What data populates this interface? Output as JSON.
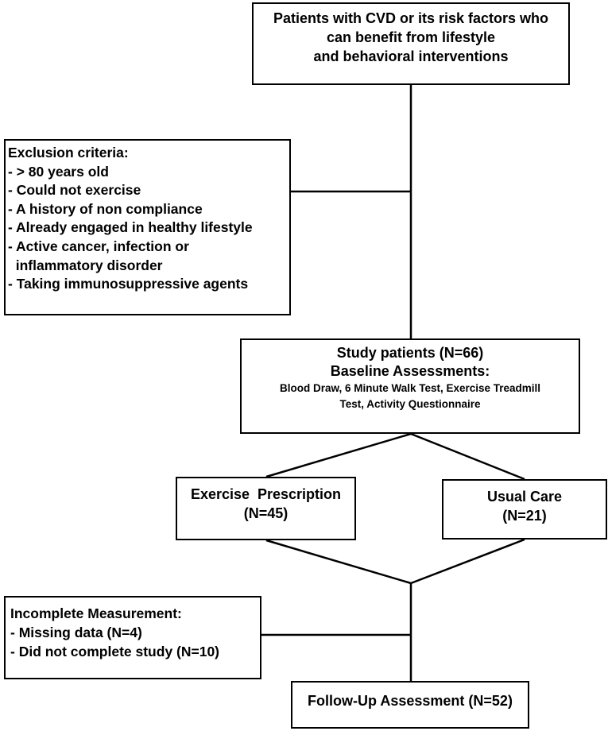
{
  "boxes": {
    "top": {
      "lines": [
        "Patients with CVD or its risk factors who",
        "can benefit from lifestyle",
        "and behavioral interventions"
      ]
    },
    "exclusion": {
      "title": "Exclusion criteria:",
      "items": [
        "- > 80 years old",
        "- Could not exercise",
        "- A history of non compliance",
        "- Already engaged in healthy lifestyle",
        "- Active cancer, infection or",
        "  inflammatory disorder",
        "- Taking immunosuppressive agents"
      ]
    },
    "study": {
      "line1": "Study patients (N=66)",
      "line2": "Baseline Assessments:",
      "line3": "Blood Draw, 6 Minute Walk Test, Exercise Treadmill",
      "line4": "Test, Activity Questionnaire"
    },
    "exercise": {
      "line1": "Exercise  Prescription",
      "line2": "(N=45)"
    },
    "usual": {
      "line1": "Usual Care",
      "line2": "(N=21)"
    },
    "incomplete": {
      "title": "Incomplete Measurement:",
      "items": [
        "- Missing data (N=4)",
        "- Did not complete study (N=10)"
      ]
    },
    "followup": {
      "line1": "Follow-Up Assessment (N=52)"
    }
  }
}
